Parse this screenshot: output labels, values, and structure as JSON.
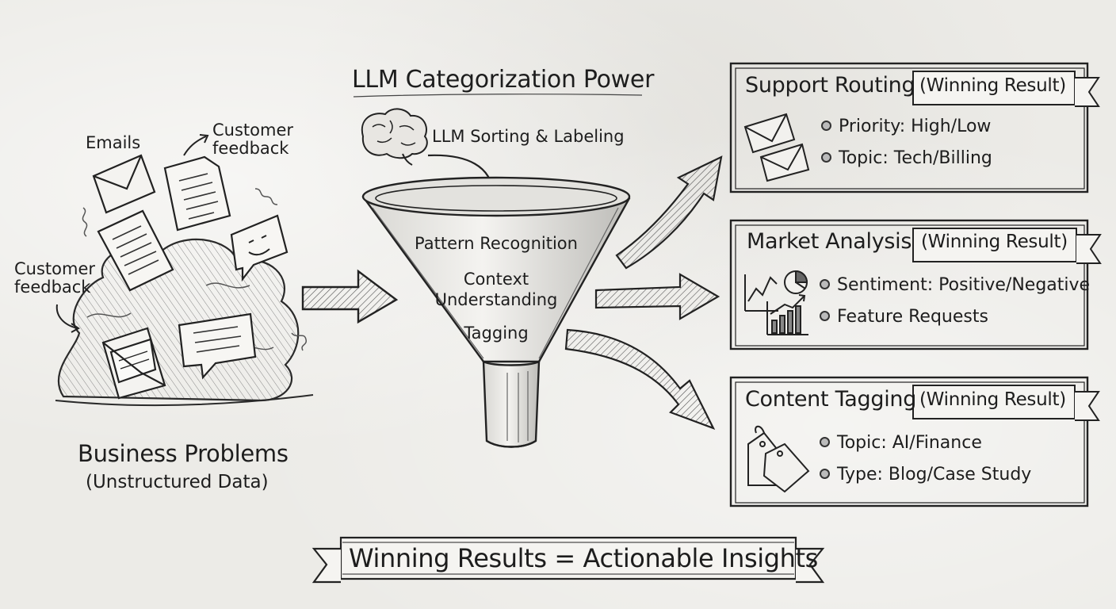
{
  "header": {
    "title": "LLM Categorization Power"
  },
  "left": {
    "labels": {
      "emails": "Emails",
      "feedback_top": "Customer\nfeedback",
      "feedback_left": "Customer\nfeedback"
    },
    "caption_title": "Business Problems",
    "caption_sub": "(Unstructured Data)"
  },
  "funnel": {
    "brain_label": "LLM Sorting & Labeling",
    "steps": [
      "Pattern Recognition",
      "Context\nUnderstanding",
      "Tagging"
    ]
  },
  "cards": [
    {
      "title": "Support Routing",
      "badge": "(Winning Result)",
      "icon": "envelopes-icon",
      "bullets": [
        "Priority: High/Low",
        "Topic: Tech/Billing"
      ]
    },
    {
      "title": "Market Analysis",
      "badge": "(Winning Result)",
      "icon": "charts-icon",
      "bullets": [
        "Sentiment: Positive/Negative",
        "Feature Requests"
      ]
    },
    {
      "title": "Content Tagging",
      "badge": "(Winning Result)",
      "icon": "price-tags-icon",
      "bullets": [
        "Topic: AI/Finance",
        "Type: Blog/Case Study"
      ]
    }
  ],
  "footer": {
    "banner": "Winning Results = Actionable Insights"
  }
}
